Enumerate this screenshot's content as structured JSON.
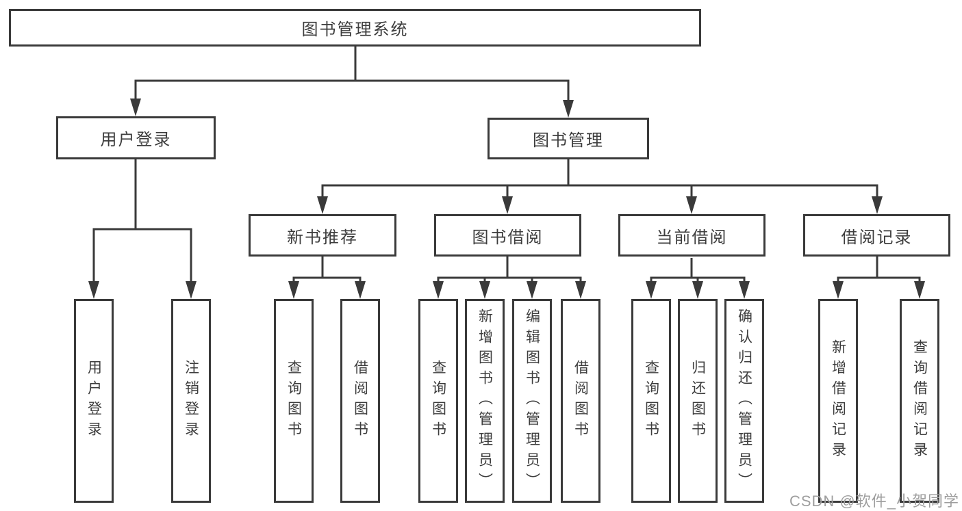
{
  "tree": {
    "label": "图书管理系统",
    "children": [
      {
        "label": "用户登录",
        "children": [
          {
            "label": "用户登录"
          },
          {
            "label": "注销登录"
          }
        ]
      },
      {
        "label": "图书管理",
        "children": [
          {
            "label": "新书推荐",
            "children": [
              {
                "label": "查询图书"
              },
              {
                "label": "借阅图书"
              }
            ]
          },
          {
            "label": "图书借阅",
            "children": [
              {
                "label": "查询图书"
              },
              {
                "label": "新增图书（管理员）"
              },
              {
                "label": "编辑图书（管理员）"
              },
              {
                "label": "借阅图书"
              }
            ]
          },
          {
            "label": "当前借阅",
            "children": [
              {
                "label": "查询图书"
              },
              {
                "label": "归还图书"
              },
              {
                "label": "确认归还（管理员）"
              }
            ]
          },
          {
            "label": "借阅记录",
            "children": [
              {
                "label": "新增借阅记录"
              },
              {
                "label": "查询借阅记录"
              }
            ]
          }
        ]
      }
    ]
  },
  "watermark": {
    "text": "CSDN @软件_小贺同学"
  },
  "colors": {
    "line": "#3a3a3a",
    "text": "#3d3d3d",
    "background": "#ffffff",
    "watermark": "#9e9e9e"
  }
}
